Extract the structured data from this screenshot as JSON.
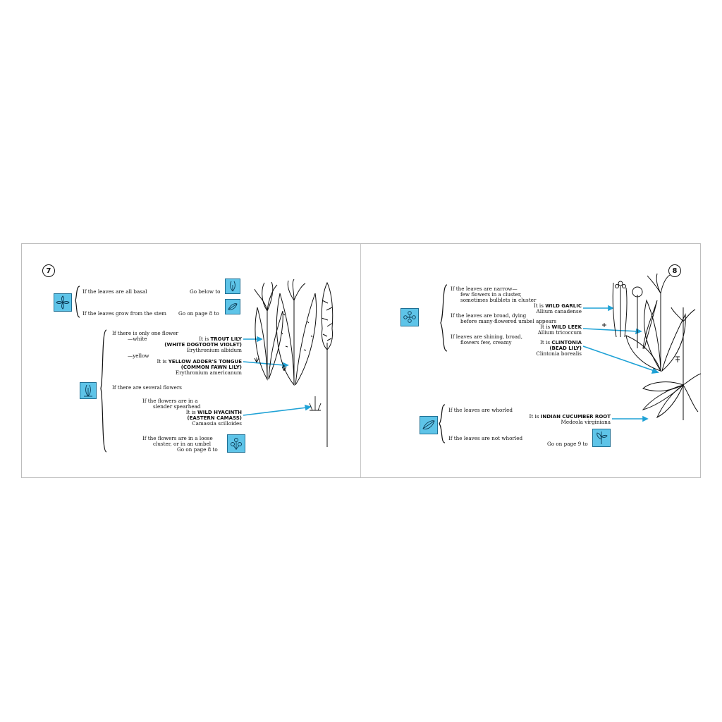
{
  "colors": {
    "accent": "#5ec4e8",
    "arrow": "#1fa2d6"
  },
  "left_page": {
    "page_number": "7",
    "leaves_basal": "If the leaves are all basal",
    "go_below": "Go below to",
    "leaves_stem": "If the leaves grow from the stem",
    "go_page8": "Go on page 8 to",
    "one_flower": "If there is only one flower",
    "white": "—white",
    "yellow": "—yellow",
    "trout_it": "It is",
    "trout_name": "TROUT LILY",
    "trout_alt": "(WHITE DOGTOOTH VIOLET)",
    "trout_sci": "Erythronium albidum",
    "adder_it": "It is",
    "adder_name": "YELLOW ADDER'S TONGUE",
    "adder_alt": "(COMMON FAWN LILY)",
    "adder_sci": "Erythronium americanum",
    "several": "If there are several flowers",
    "spear1": "If the flowers are in a",
    "spear2": "slender spearhead",
    "hyac_it": "It is",
    "hyac_name": "WILD HYACINTH",
    "hyac_alt": "(EASTERN CAMASS)",
    "hyac_sci": "Camassia scilloides",
    "loose1": "If the flowers are in a loose",
    "loose2": "cluster, or in an umbel",
    "loose3": "Go on page 8 to"
  },
  "right_page": {
    "page_number": "8",
    "narrow1": "If the leaves are narrow—",
    "narrow2": "few flowers in a cluster,",
    "narrow3": "sometimes bulblets in cluster",
    "garlic_it": "It is",
    "garlic_name": "WILD GARLIC",
    "garlic_sci": "Allium canadense",
    "broad1": "If the leaves are broad, dying",
    "broad2": "before many-flowered umbel appears",
    "leek_it": "It is",
    "leek_name": "WILD LEEK",
    "leek_sci": "Allium tricoccum",
    "shining1": "If leaves are shining, broad,",
    "shining2": "flowers few, creamy",
    "clint_it": "It is",
    "clint_name": "CLINTONIA",
    "clint_alt": "(BEAD LILY)",
    "clint_sci": "Clintonia borealis",
    "whorled": "If the leaves are whorled",
    "cuke_it": "It is",
    "cuke_name": "INDIAN CUCUMBER ROOT",
    "cuke_sci": "Medeola virginiana",
    "not_whorled": "If the leaves are not whorled",
    "go_page9": "Go on page 9 to"
  }
}
